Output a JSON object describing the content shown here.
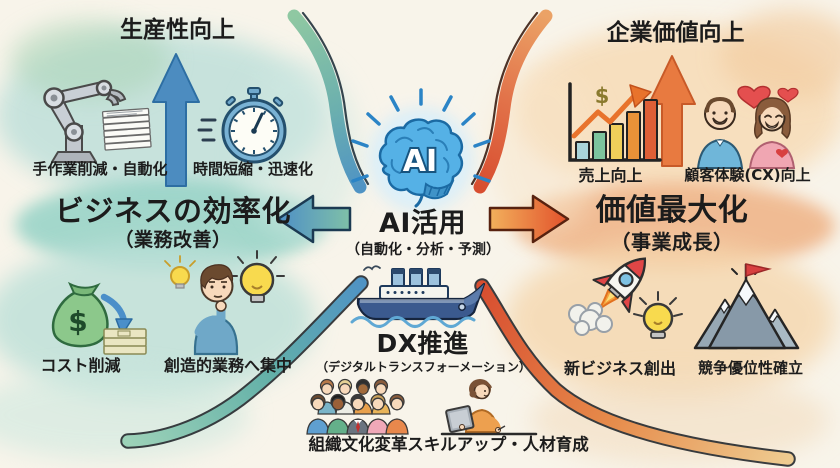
{
  "figure": {
    "currency_symbol": "$",
    "center": {
      "ai_badge": "AI",
      "title": "AI活用",
      "subtitle": "（自動化・分析・予測）",
      "dx_title": "DX推進",
      "dx_subtitle": "（デジタルトランスフォーメーション）"
    },
    "left": {
      "goal": "生産性向上",
      "heading": "ビジネスの効率化",
      "subheading": "（業務改善）",
      "items": [
        {
          "icon": "robot-arm-icon",
          "label": "手作業削減・自動化"
        },
        {
          "icon": "stopwatch-icon",
          "label": "時間短縮・迅速化"
        },
        {
          "icon": "money-bag-icon",
          "label": "コスト削減"
        },
        {
          "icon": "thinking-person-icon",
          "label": "創造的業務へ集中"
        }
      ]
    },
    "right": {
      "goal": "企業価値向上",
      "heading": "価値最大化",
      "subheading": "（事業成長）",
      "items": [
        {
          "icon": "sales-chart-icon",
          "label": "売上向上"
        },
        {
          "icon": "happy-customers-icon",
          "label": "顧客体験(CX)向上"
        },
        {
          "icon": "rocket-icon",
          "label": "新ビジネス創出"
        },
        {
          "icon": "mountain-flag-icon",
          "label": "競争優位性確立"
        }
      ]
    },
    "bottom": {
      "items": [
        {
          "icon": "people-group-icon",
          "label": "組織文化変革"
        },
        {
          "icon": "person-tablet-icon",
          "label": "スキルアップ・人材育成"
        }
      ]
    },
    "colors": {
      "left_wash": "#bfe0da",
      "right_wash": "#f6d9b4",
      "left_accent": "#4d8fc4",
      "right_accent": "#e2512b",
      "brain_blue": "#55b1e6",
      "text": "#1c1c1c",
      "paper": "#f8f4ea"
    }
  }
}
